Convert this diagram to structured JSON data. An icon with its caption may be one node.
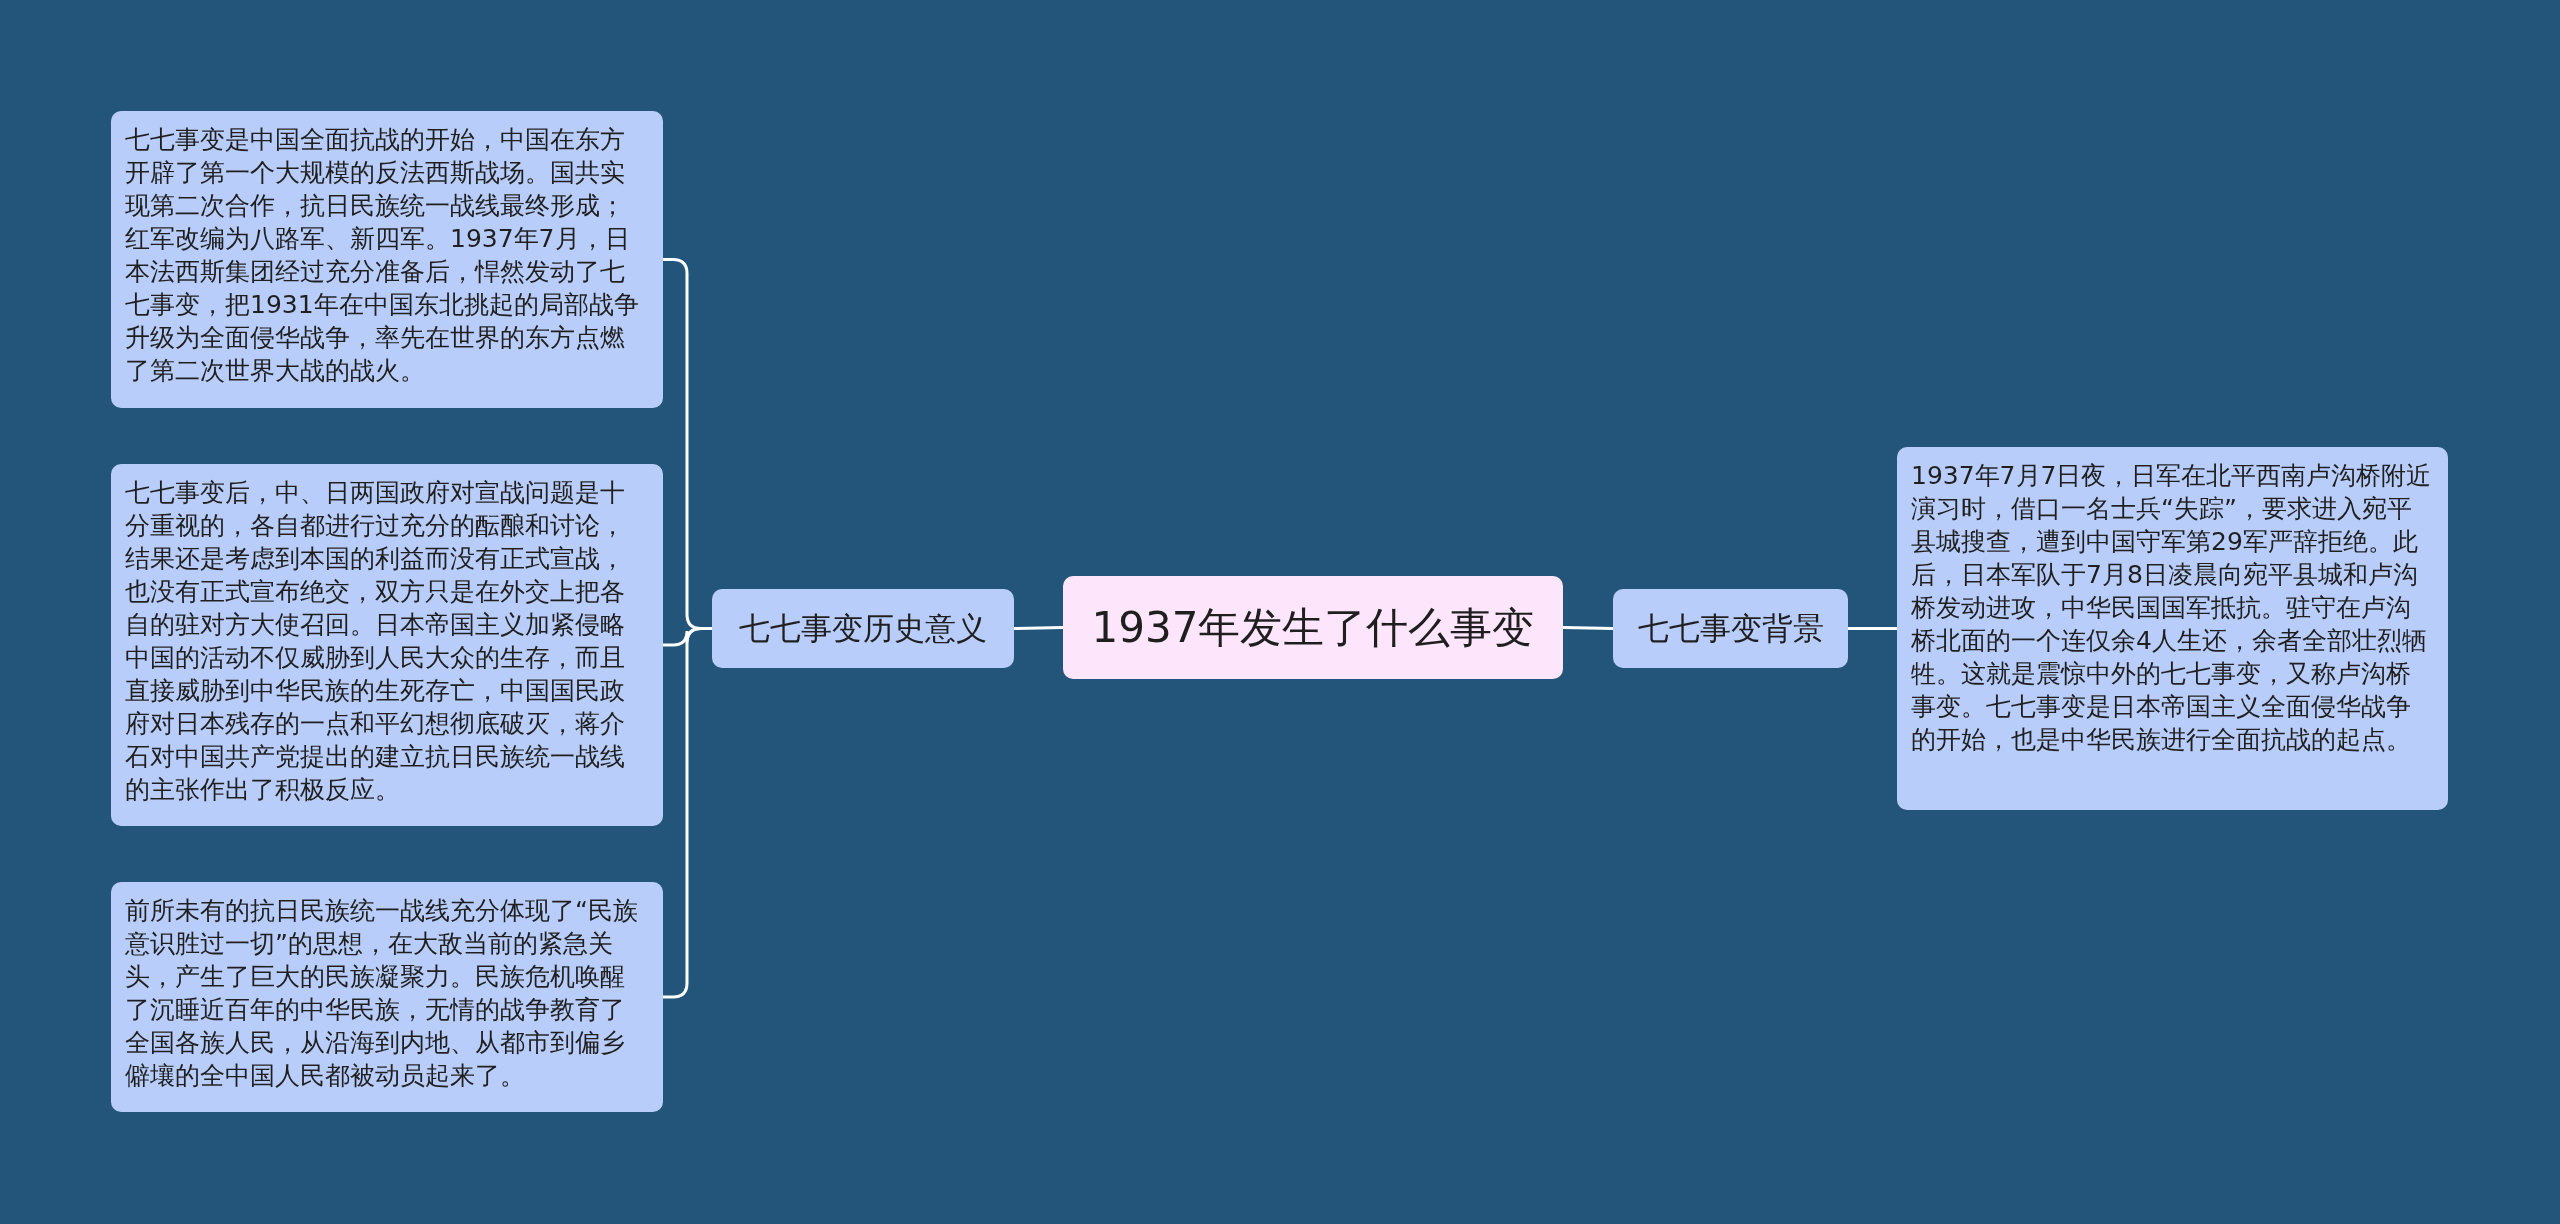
{
  "diagram": {
    "nodes": [
      {
        "text": [
          "1937年发生了什么事变"
        ]
      },
      {
        "text": [
          "七七事变历史意义"
        ]
      },
      {
        "text": [
          "七七事变是中国全面抗战的开始，中国在东方开辟了第一个大规模的反法西斯战场。国共实现第二次合作，抗日民族统一战线最终形成；红军改编为八路军、新四军。1937年7月，日本法西斯集团经过充分准备后，悍然发动了七七事变，把1931年在中国东北挑起的局部战争升级为全面侵华战争，率先在世界的东方点燃了第二次世界大战的战火。"
        ]
      },
      {
        "text": [
          "七七事变后，中、日两国政府对宣战问题是十分重视的，各自都进行过充分的酝酿和讨论，结果还是考虑到本国的利益而没有正式宣战，也没有正式宣布绝交，双方只是在外交上把各自的驻对方大使召回。日本帝国主义加紧侵略中国的活动不仅威胁到人民大众的生存，而且直接威胁到中华民族的生死存亡，中国国民政府对日本残存的一点和平幻想彻底破灭，蒋介石对中国共产党提出的建立抗日民族统一战线的主张作出了积极反应。"
        ]
      },
      {
        "text": [
          "前所未有的抗日民族统一战线充分体现了“民族意识胜过一切”的思想，在大敌当前的紧急关头，产生了巨大的民族凝聚力。民族危机唤醒了沉睡近百年的中华民族，无情的战争教育了全国各族人民，从沿海到内地、从都市到偏乡僻壤的全中国人民都被动员起来了。"
        ]
      },
      {
        "text": [
          "七七事变背景"
        ]
      },
      {
        "text": [
          "1937年7月7日夜，日军在北平西南卢沟桥附近演习时，借口一名士兵“失踪”，要求进入宛平县城搜查，遭到中国守军第29军严辞拒绝。此后，日本军队于7月8日凌晨向宛平县城和卢沟桥发动进攻，中华民国国军抵抗。驻守在卢沟桥北面的一个连仅余4人生还，余者全部壮烈牺牲。这就是震惊中外的七七事变，又称卢沟桥事变。七七事变是日本帝国主义全面侵华战争的开始，也是中华民族进行全面抗战的起点。"
        ]
      }
    ],
    "edges": [
      {
        "from": 0,
        "to": 1,
        "arrow": "none"
      },
      {
        "from": 1,
        "to": 2,
        "arrow": "none"
      },
      {
        "from": 1,
        "to": 3,
        "arrow": "none"
      },
      {
        "from": 1,
        "to": 4,
        "arrow": "none"
      },
      {
        "from": 0,
        "to": 5,
        "arrow": "none"
      },
      {
        "from": 5,
        "to": 6,
        "arrow": "none"
      }
    ]
  }
}
